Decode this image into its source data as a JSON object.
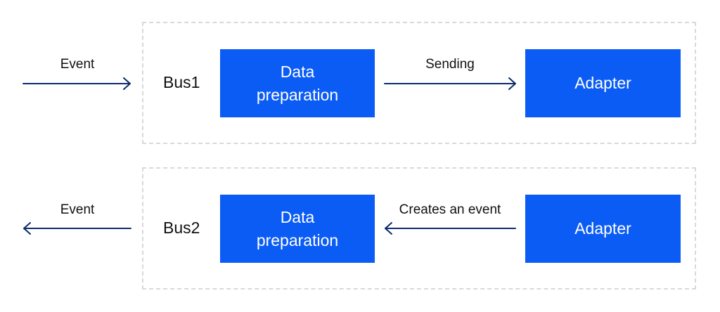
{
  "row1": {
    "input_label": "Event",
    "bus_label": "Bus1",
    "prep_box": "Data\npreparation",
    "arrow_label": "Sending",
    "adapter_box": "Adapter"
  },
  "row2": {
    "output_label": "Event",
    "bus_label": "Bus2",
    "prep_box": "Data\npreparation",
    "arrow_label": "Creates an event",
    "adapter_box": "Adapter"
  },
  "colors": {
    "box_fill": "#0b5cf5",
    "arrow": "#0a2a6b",
    "group_border": "#d9d9d9"
  }
}
